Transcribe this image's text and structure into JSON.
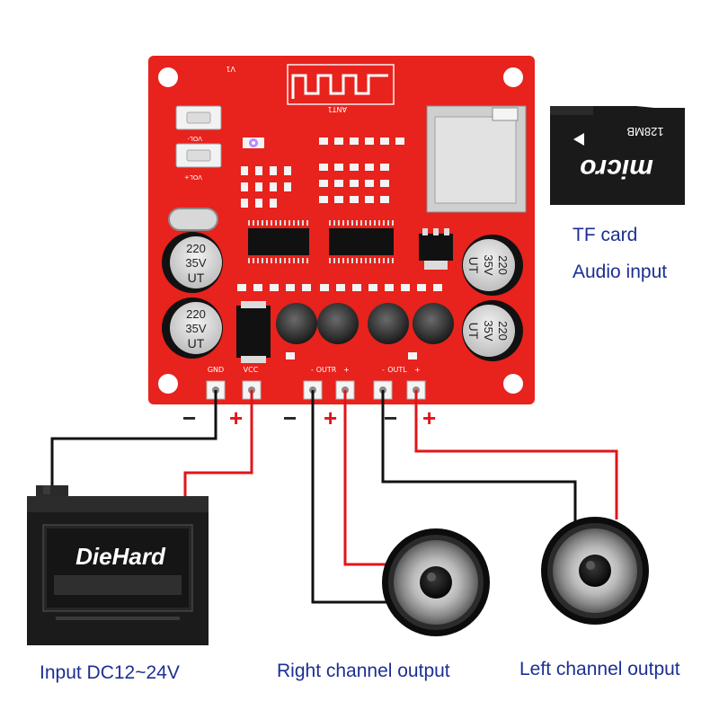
{
  "colors": {
    "pcb_red": "#e8221c",
    "wire_black": "#111111",
    "wire_red": "#e0151a",
    "caption_blue": "#1c2f93"
  },
  "board": {
    "v1_mark": "V1",
    "ant_mark": "ANT1",
    "vol_minus": "VOL-",
    "vol_plus": "VOL+",
    "capacitor_lines": [
      "220",
      "35V",
      "UT"
    ],
    "pin_labels": {
      "gnd": "GND",
      "vcc": "VCC",
      "outr": "OUTR",
      "outl": "OUTL"
    }
  },
  "tf_card": {
    "brand": "micro",
    "capacity": "128MB"
  },
  "battery": {
    "brand": "DieHard"
  },
  "polarity": {
    "minus": "−",
    "plus": "+"
  },
  "captions": {
    "tf_card": "TF card",
    "audio_input": "Audio input",
    "power_input": "Input DC12~24V",
    "right_output": "Right channel output",
    "left_output": "Left channel output"
  }
}
